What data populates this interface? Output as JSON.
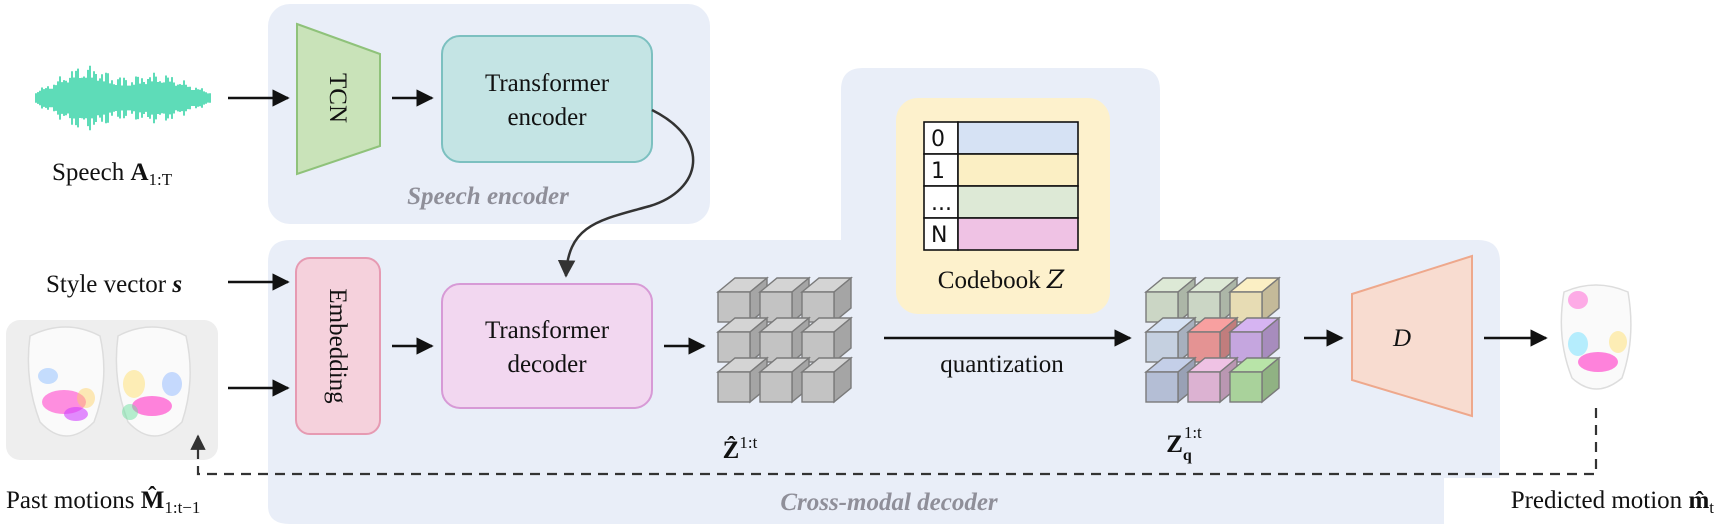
{
  "groups": {
    "speech_encoder": "Speech encoder",
    "cross_modal_decoder": "Cross-modal decoder"
  },
  "blocks": {
    "tcn": "TCN",
    "transformer_encoder": [
      "Transformer",
      "encoder"
    ],
    "embedding": "Embedding",
    "transformer_decoder": [
      "Transformer",
      "decoder"
    ],
    "decoder_d": "D"
  },
  "inputs": {
    "speech": {
      "text": "Speech ",
      "symbol": "A",
      "sub": "1:T"
    },
    "style": {
      "text": "Style vector ",
      "symbol": "s"
    },
    "past": {
      "text": "Past motions ",
      "symbol": "M̂",
      "sub": "1:t−1"
    }
  },
  "outputs": {
    "predicted": {
      "text": "Predicted motion ",
      "symbol": "m̂",
      "sub": "t"
    }
  },
  "codebook": {
    "title": "Codebook ",
    "symbol": "Z",
    "rows": [
      {
        "index": "0",
        "color": "#d6e2f4"
      },
      {
        "index": "1",
        "color": "#fbefc4"
      },
      {
        "index": "...",
        "color": "#dde9d6"
      },
      {
        "index": "N",
        "color": "#efc2e4"
      }
    ]
  },
  "features": {
    "z_hat": {
      "symbol": "Ẑ",
      "sup": "1:t"
    },
    "z_q": {
      "symbol": "Z",
      "sub": "q",
      "sup": "1:t"
    }
  },
  "edge_labels": {
    "quantization": "quantization"
  },
  "colors": {
    "group_bg": "#e9eef8",
    "tcn": "#c9e3b9",
    "encoder": "#c4e4e4",
    "embedding": "#f5d1dc",
    "decoder_block": "#f2d7f0",
    "d_block": "#f8dcd0",
    "codebook_bg": "#fdf1cc",
    "waveform": "#5edcb8",
    "cube_gray": "#d4d4d4"
  }
}
